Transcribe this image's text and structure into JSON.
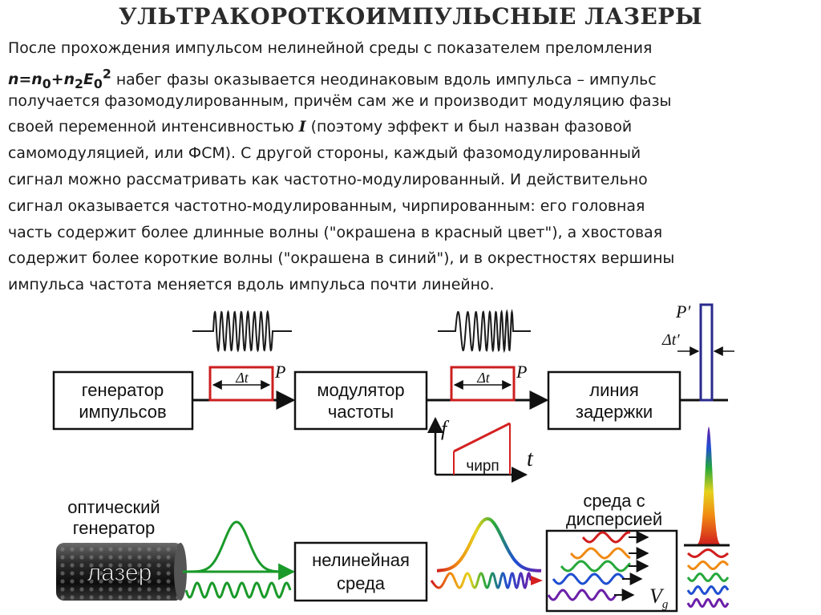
{
  "slide": {
    "title": "УЛЬТРАКОРОТКОИМПУЛЬСНЫЕ ЛАЗЕРЫ",
    "paragraph": {
      "line1": "После прохождения импульсом нелинейной среды с показателем преломления",
      "formula": {
        "n": "n",
        "eq": "=",
        "n0": "n",
        "sub0": "0",
        "plus": "+",
        "n2": "n",
        "sub2": "2",
        "E": "E",
        "subE": "0",
        "supE": "2"
      },
      "line2_rest": " набег фазы оказывается неодинаковым вдоль импульса – импульс",
      "line3": "получается фазомодулированным, причём сам же и производит модуляцию фазы",
      "line4_a": "своей переменной интенсивностью ",
      "line4_I": "I",
      "line4_b": " (поэтому эффект и был назван фазовой",
      "line5": "самомодуляцией, или ФСМ). С другой стороны, каждый фазомодулированный",
      "line6": "сигнал можно рассматривать как частотно-модулированный. И действительно",
      "line7": "сигнал оказывается частотно-модулированным, чирпированным: его головная",
      "line8": "часть содержит более длинные волны (\"окрашена в красный цвет\"), а хвостовая",
      "line9": "содержит более короткие волны (\"окрашена в синий\"), и в окрестностях вершины",
      "line10": "импульса частота меняется вдоль импульса почти линейно."
    }
  },
  "diagram": {
    "blocks": {
      "generator": [
        "генератор",
        "импульсов"
      ],
      "modulator": [
        "модулятор",
        "частоты"
      ],
      "delay": [
        "линия",
        "задержки"
      ],
      "nonlinear": [
        "нелинейная",
        "среда"
      ],
      "dispersion": [
        "среда с",
        "дисперсией"
      ],
      "optical_generator": [
        "оптический",
        "генератор"
      ],
      "laser": "лазер"
    },
    "labels": {
      "delta_t": "Δt",
      "P": "P",
      "P_prime": "P′",
      "delta_t_prime": "Δt′",
      "f_axis": "f",
      "t_axis": "t",
      "chirp": "чирп",
      "Vg": "V",
      "Vg_sub": "g"
    },
    "colors": {
      "line": "#111111",
      "pulse_box": "#cc1f1f",
      "pulse_wave": "#1a1a1a",
      "narrow_pulse": "#2a2a8c",
      "chirp_line": "#d42020",
      "green": "#1a9a2a"
    }
  }
}
